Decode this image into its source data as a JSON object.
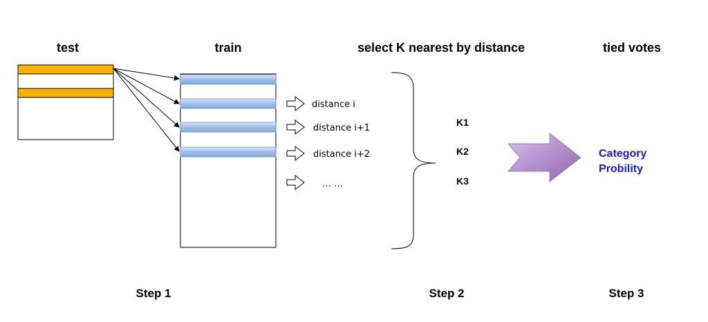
{
  "headings": {
    "test": "test",
    "train": "train",
    "select": "select K nearest by distance",
    "tied": "tied votes"
  },
  "distances": [
    "distance i",
    "distance i+1",
    "distance i+2",
    "… …"
  ],
  "k_labels": [
    "K1",
    "K2",
    "K3"
  ],
  "result": {
    "line1": "Category",
    "line2": "Probility",
    "color": "#1a1acc"
  },
  "steps": [
    "Step 1",
    "Step 2",
    "Step 3"
  ],
  "colors": {
    "test_highlight": "#ffb000",
    "train_highlight": "#a9c4ec",
    "arrow_fill": "#b48ccf"
  }
}
